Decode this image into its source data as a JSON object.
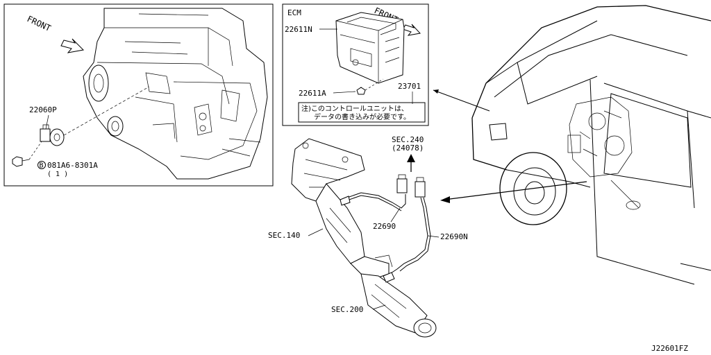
{
  "engine_panel": {
    "front_label": "FRONT",
    "part_sensor": "22060P",
    "part_bolt_code": "081A6-8301A",
    "part_bolt_circle_letter": "B",
    "part_bolt_qty": "( 1 )"
  },
  "ecm_panel": {
    "title": "ECM",
    "front_label": "FRONT",
    "part_ecm": "22611N",
    "part_screw": "22611A",
    "part_bracket": "23701",
    "note_line1": "注)このコントロールユニットは、",
    "note_line2": "データの書き込みが必要です。"
  },
  "exhaust": {
    "sec240": "SEC.240",
    "sec240_ref": "(24078)",
    "sensor_upstream": "22690",
    "sensor_downstream": "22690N",
    "sec140": "SEC.140",
    "sec200": "SEC.200"
  },
  "diagram_code": "J22601FZ"
}
